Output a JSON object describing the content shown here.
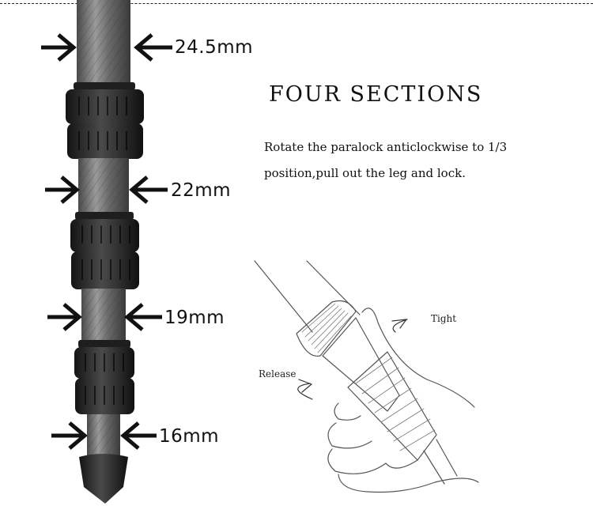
{
  "section_title": "FOUR SECTIONS",
  "instructions": {
    "line1": "Rotate the paralock anticlockwise to 1/3",
    "line2": "position,pull out the leg and lock."
  },
  "diameters": [
    {
      "label": "24.5mm"
    },
    {
      "label": "22mm"
    },
    {
      "label": "19mm"
    },
    {
      "label": "16mm"
    }
  ],
  "illustration": {
    "tight_label": "Tight",
    "release_label": "Release"
  }
}
